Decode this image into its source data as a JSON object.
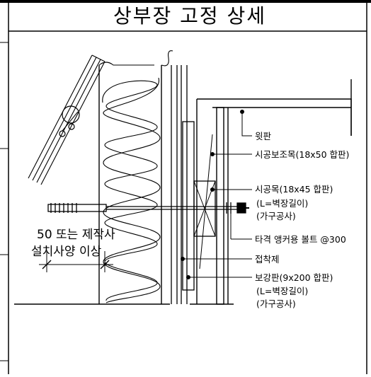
{
  "title": "상부장 고정 상세",
  "dimension_label": {
    "line1": "50 또는 제작사",
    "line2": "설치사양 이상"
  },
  "callouts": {
    "top_panel": "윗판",
    "sub_member": "시공보조목(18x50 합판)",
    "block": {
      "line1": "시공목(18x45 합판)",
      "line2": "(L=벽장길이)",
      "line3": "(가구공사)"
    },
    "anchor_bolt": "타격 앵커용 볼트 @300",
    "adhesive": "접착제",
    "reinforcement": {
      "line1": "보강판(9x200 합판)",
      "line2": "(L=벽장길이)",
      "line3": "(가구공사)"
    }
  }
}
